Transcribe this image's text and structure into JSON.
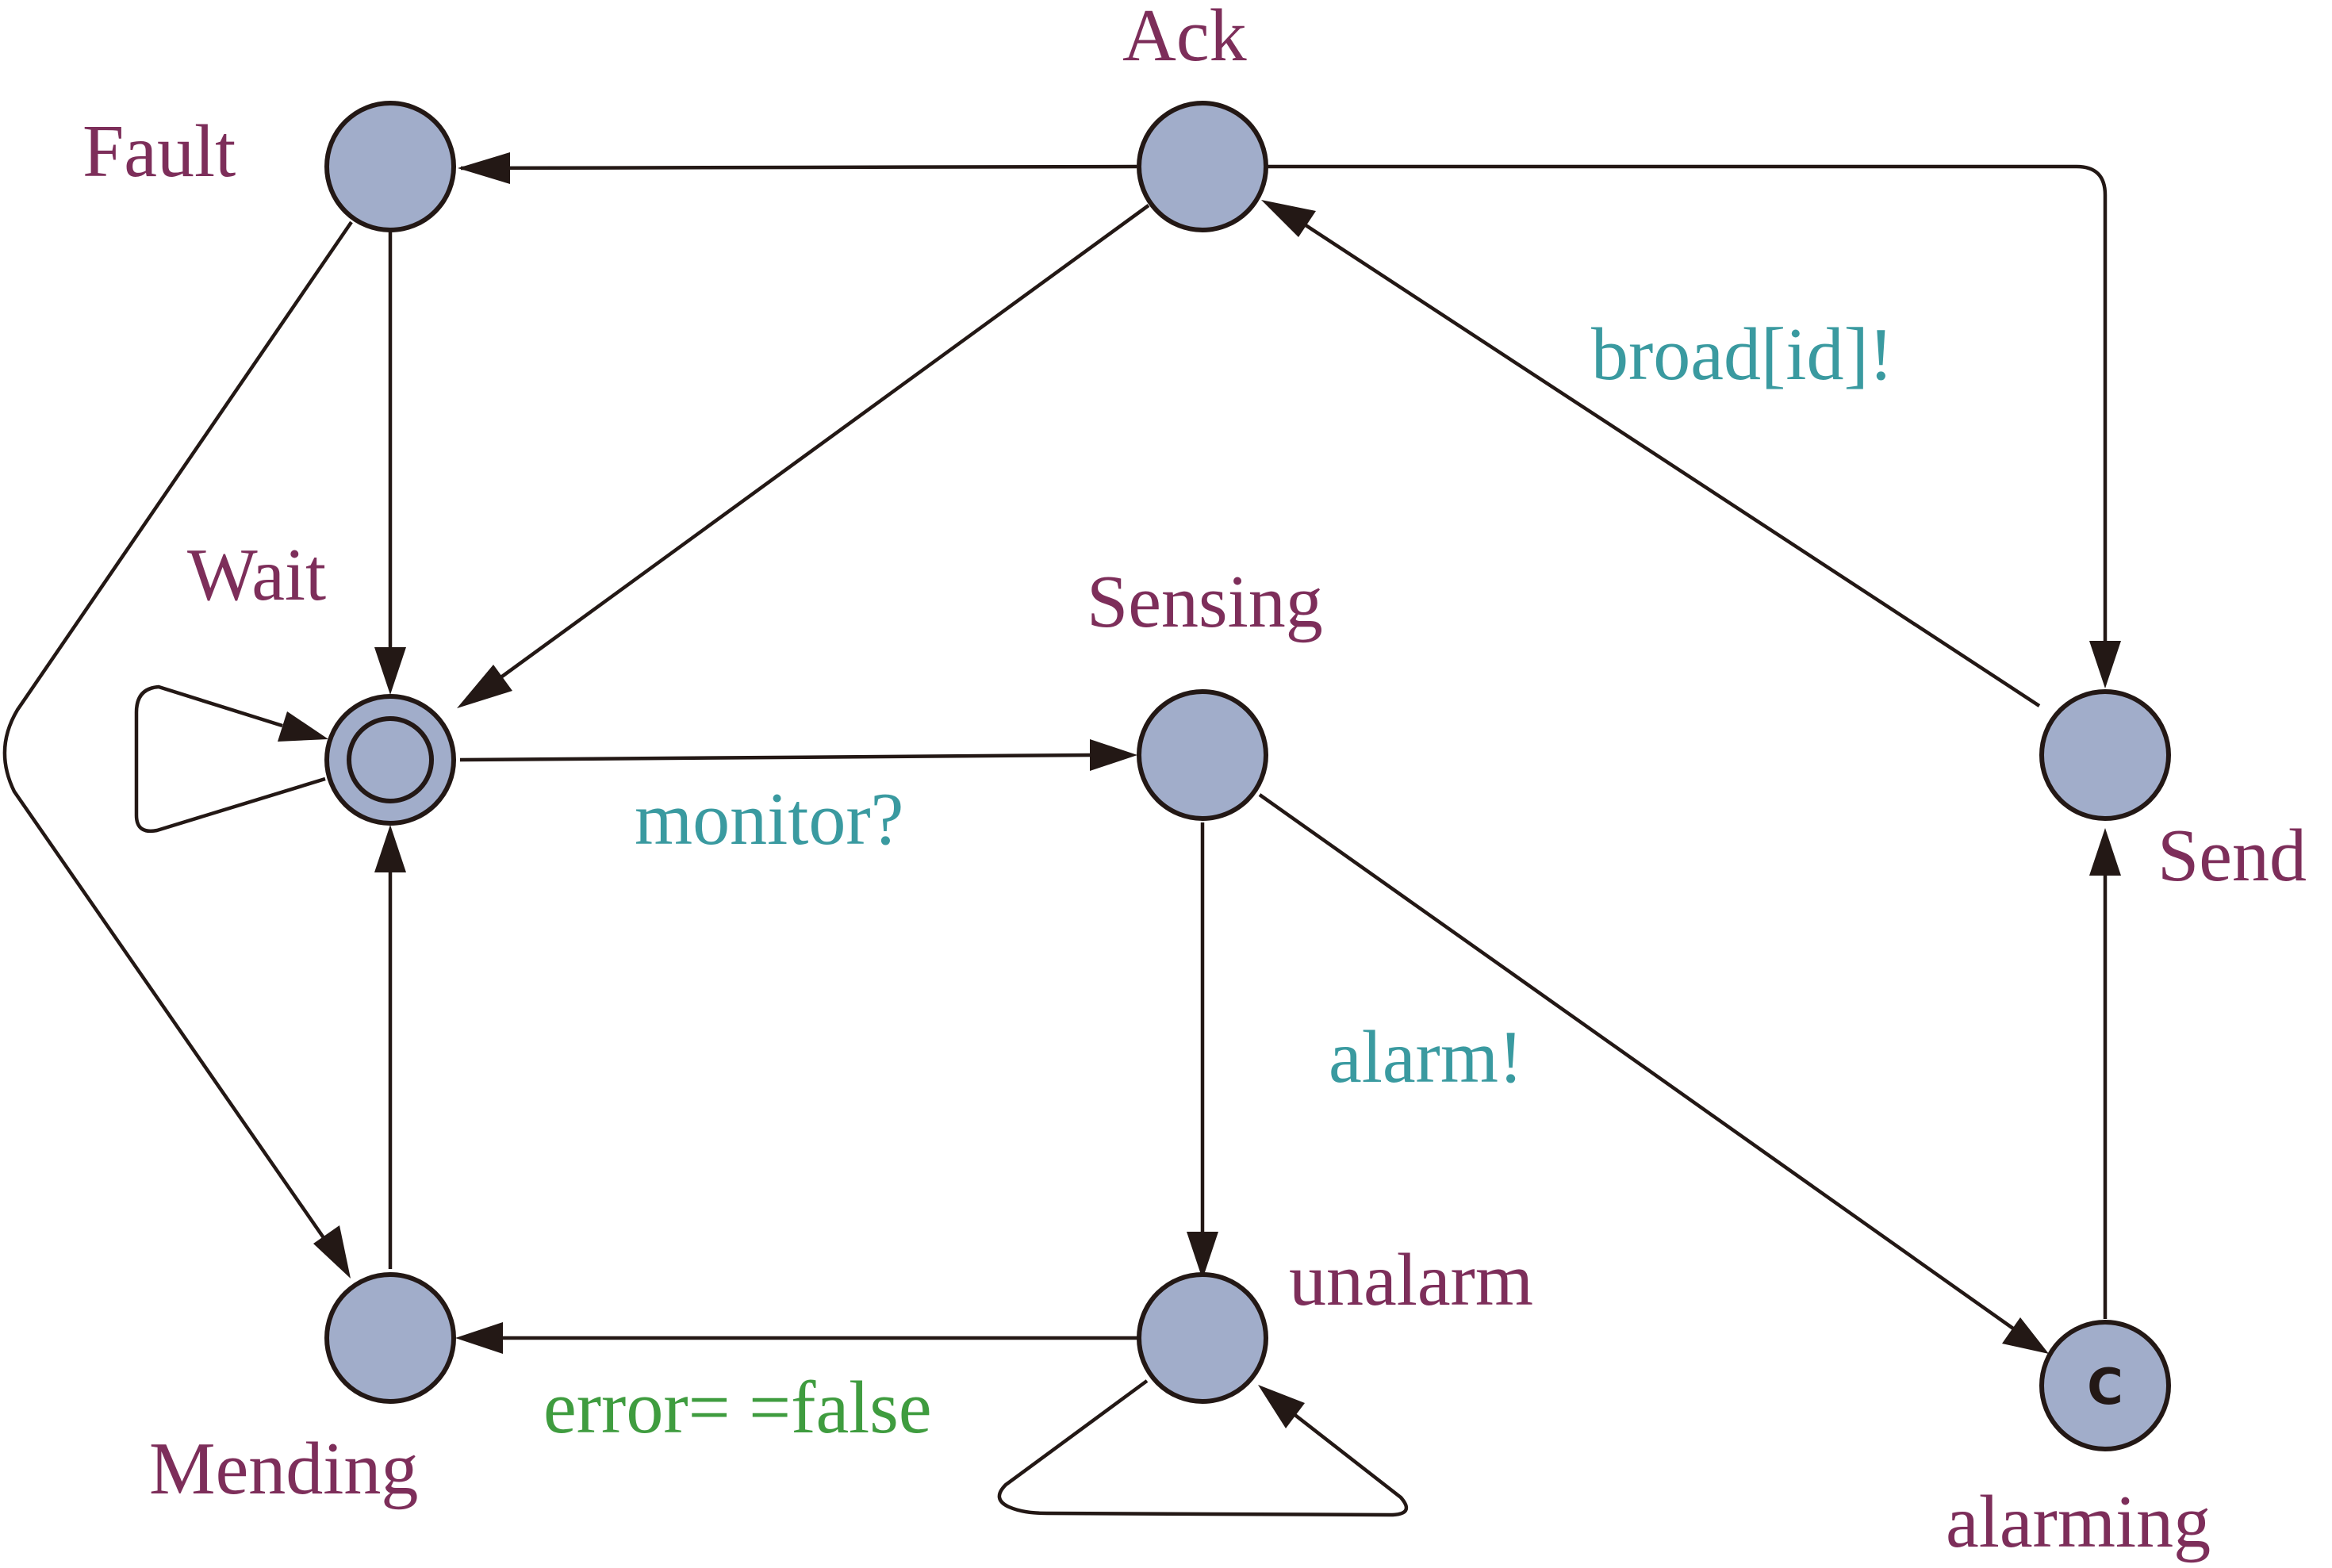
{
  "colors": {
    "node_fill": "#a1adca",
    "node_stroke": "#231815",
    "edge": "#231815",
    "state_label": "#7d2e5a",
    "sync_label": "#3a9aa0",
    "guard_label": "#3f9c3f"
  },
  "states": {
    "fault": "Fault",
    "ack": "Ack",
    "wait": "Wait",
    "sensing": "Sensing",
    "send": "Send",
    "mending": "Mending",
    "unalarm": "unalarm",
    "alarming": "alarming"
  },
  "initial_state": "Wait",
  "committed_state": "alarming",
  "committed_mark": "C",
  "edge_labels": {
    "broadcast": "broad[id]!",
    "monitor": "monitor?",
    "alarm": "alarm!",
    "guard": "error= =false"
  }
}
